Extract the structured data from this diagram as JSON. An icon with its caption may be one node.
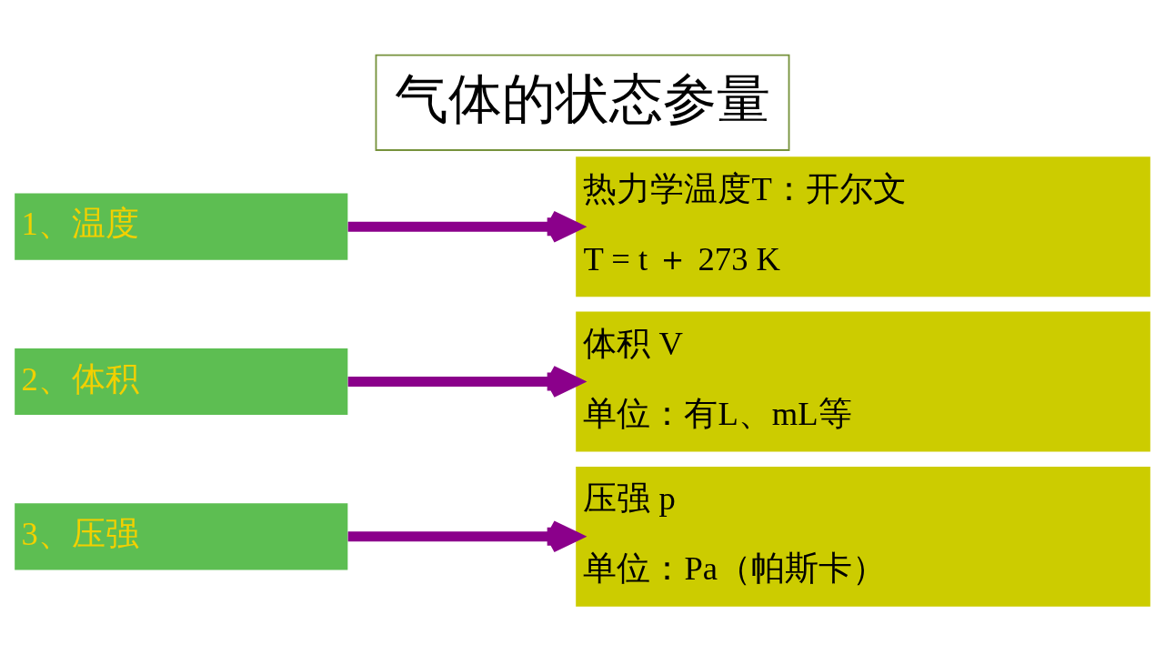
{
  "diagram": {
    "title": "气体的状态参量",
    "nodes": [
      {
        "text": [
          "1、温度"
        ]
      },
      {
        "text": [
          "热力学温度T：开尔文",
          "T = t ＋ 273 K"
        ]
      },
      {
        "text": [
          "2、体积"
        ]
      },
      {
        "text": [
          "体积 V",
          "单位：有L、mL等"
        ]
      },
      {
        "text": [
          "3、压强"
        ]
      },
      {
        "text": [
          "压强 p",
          "单位：Pa（帕斯卡）"
        ]
      }
    ],
    "edges": [
      {
        "from": 0,
        "to": 1,
        "arrow": "to"
      },
      {
        "from": 2,
        "to": 3,
        "arrow": "to"
      },
      {
        "from": 4,
        "to": 5,
        "arrow": "to"
      }
    ]
  }
}
